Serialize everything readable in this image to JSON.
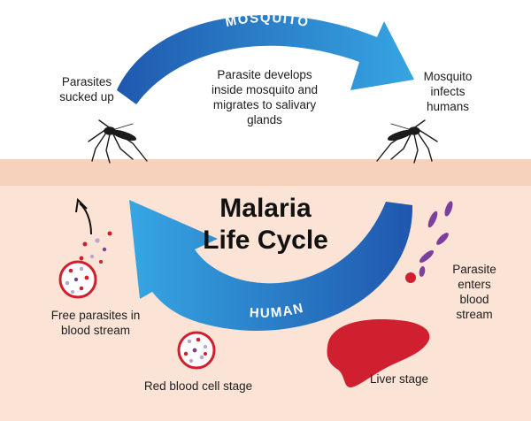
{
  "title": [
    "Malaria",
    "Life Cycle"
  ],
  "arcs": {
    "top_label": "MOSQUITO",
    "bottom_label": "HUMAN",
    "dark": "#1f56ad",
    "light": "#37a8e4"
  },
  "labels": {
    "sucked_up": [
      "Parasites",
      "sucked up"
    ],
    "develops": [
      "Parasite develops",
      "inside mosquito and",
      "migrates to salivary",
      "glands"
    ],
    "infects": [
      "Mosquito",
      "infects",
      "humans"
    ],
    "free_parasites": [
      "Free parasites in",
      "blood stream"
    ],
    "red_blood_cell": "Red blood cell stage",
    "liver": "Liver stage",
    "enters_blood": [
      "Parasite",
      "enters",
      "blood",
      "stream"
    ]
  },
  "colors": {
    "skin_band": "#f6d2bd",
    "skin": "#fbe3d6",
    "blood": "#d01f2e",
    "parasite": "#7b3f9e",
    "cell_dots_light": "#b8a6cf"
  }
}
